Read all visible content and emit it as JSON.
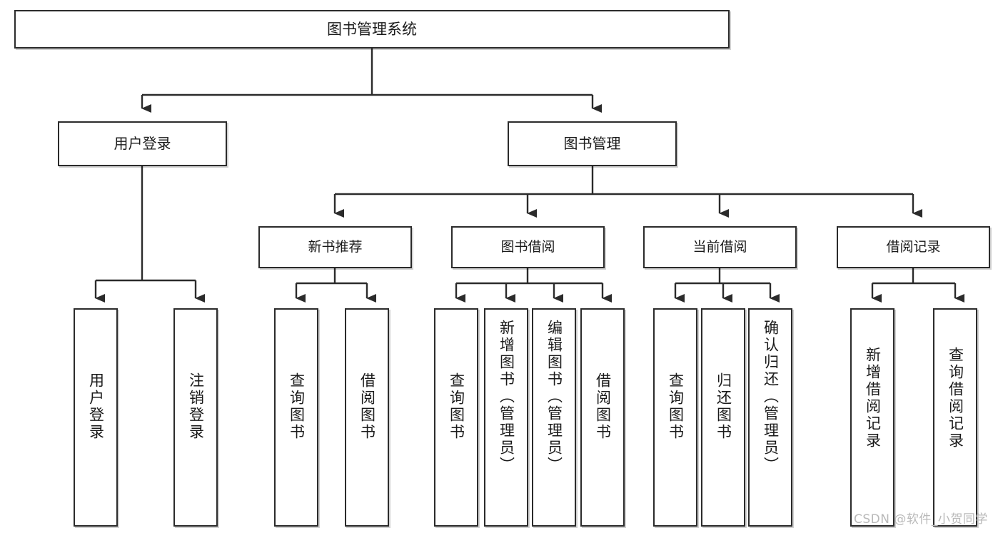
{
  "diagram": {
    "title": "图书管理系统",
    "type": "tree-hierarchy",
    "stroke_color": "#2b2b2b",
    "fill_color": "#ffffff",
    "text_color": "#1a1a1a"
  },
  "root": {
    "label": "图书管理系统"
  },
  "level2": [
    {
      "label": "用户登录"
    },
    {
      "label": "图书管理"
    }
  ],
  "level3": [
    {
      "label": "新书推荐"
    },
    {
      "label": "图书借阅"
    },
    {
      "label": "当前借阅"
    },
    {
      "label": "借阅记录"
    }
  ],
  "leaves": {
    "user_login": [
      {
        "label": "用户登录"
      },
      {
        "label": "注销登录"
      }
    ],
    "new_book": [
      {
        "label": "查询图书"
      },
      {
        "label": "借阅图书"
      }
    ],
    "borrow_book": [
      {
        "label": "查询图书"
      },
      {
        "label": "新增图书（管理员）"
      },
      {
        "label": "编辑图书（管理员）"
      },
      {
        "label": "借阅图书"
      }
    ],
    "current_borrow": [
      {
        "label": "查询图书"
      },
      {
        "label": "归还图书"
      },
      {
        "label": "确认归还（管理员）"
      }
    ],
    "borrow_record": [
      {
        "label": "新增借阅记录"
      },
      {
        "label": "查询借阅记录"
      }
    ]
  },
  "watermark": {
    "text": "CSDN @软件_小贺同学"
  }
}
